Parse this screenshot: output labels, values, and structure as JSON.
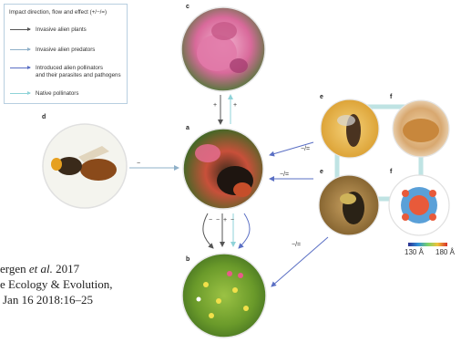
{
  "legend": {
    "title": "Impact direction, flow and effect (+/−/=)",
    "items": [
      {
        "label": "Invasive alien plants",
        "color": "#555555"
      },
      {
        "label": "Invasive alien predators",
        "color": "#8fb0c8"
      },
      {
        "label": "Introduced alien pollinators and their parasites and pathogens",
        "line1": "Introduced alien pollinators",
        "line2": "and their parasites and pathogens",
        "color": "#5a6fc4"
      },
      {
        "label": "Native pollinators",
        "color": "#8fd3d8"
      }
    ]
  },
  "panels": {
    "a": "a",
    "b": "b",
    "c": "c",
    "d": "d",
    "e1": "e",
    "e2": "e",
    "f1": "f",
    "f2": "f"
  },
  "edge_labels": {
    "c_plus_left": "+",
    "c_plus_right": "+",
    "d_minus": "−",
    "e_to_a_top": "−/=",
    "e_to_a_bottom": "−/=",
    "e_to_b": "−/=",
    "a_b_signs": "−  −  +  −"
  },
  "scale": {
    "left": "130 Å",
    "right": "180 Å"
  },
  "citation": {
    "line1_prefix": "ergen ",
    "line1_italic": "et al.",
    "line1_suffix": " 2017",
    "line2": "e Ecology & Evolution,",
    "line3": "Jan 16 2018:16–25"
  },
  "colors": {
    "border_light": "#b8cfe0",
    "teal_frame": "#bfe3e3"
  }
}
